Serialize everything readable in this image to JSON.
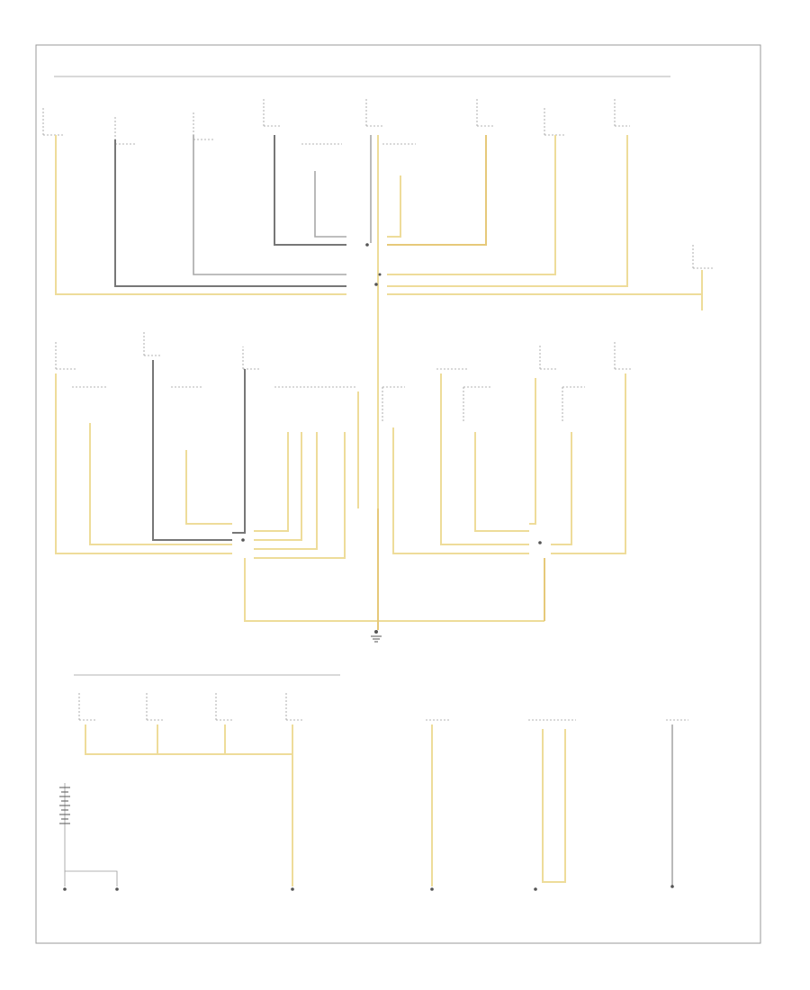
{
  "diagram": {
    "page_ref": "",
    "footer_ref": "",
    "sections": [
      {
        "id": "top",
        "label": ""
      },
      {
        "id": "left-mid",
        "label": ""
      },
      {
        "id": "right-mid",
        "label": ""
      },
      {
        "id": "bottom",
        "label": ""
      }
    ],
    "components": [],
    "ground_points": [
      {
        "id": "g-main",
        "label": ""
      },
      {
        "id": "g-bottom-1",
        "label": ""
      },
      {
        "id": "g-bottom-2",
        "label": ""
      },
      {
        "id": "g-bottom-3",
        "label": ""
      },
      {
        "id": "g-bottom-4",
        "label": ""
      }
    ],
    "battery": {
      "label": ""
    },
    "colors": {
      "wire_yellow": "#eedc9a",
      "wire_orange_yellow": "#e6c97a",
      "wire_black": "#777777",
      "wire_gray": "#a8a8a8",
      "frame": "#9a9a9a"
    }
  }
}
